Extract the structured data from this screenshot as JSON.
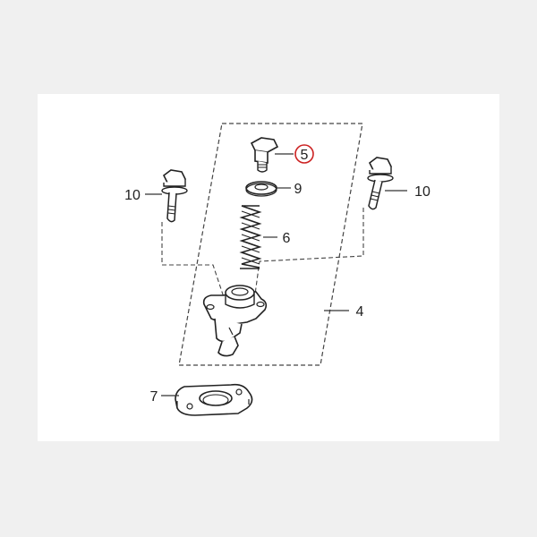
{
  "diagram": {
    "callouts": {
      "part_5": "5",
      "part_9": "9",
      "part_6": "6",
      "part_10_left": "10",
      "part_10_right": "10",
      "part_4": "4",
      "part_7": "7"
    },
    "highlight_color": "#cc2222",
    "line_color": "#333333"
  }
}
